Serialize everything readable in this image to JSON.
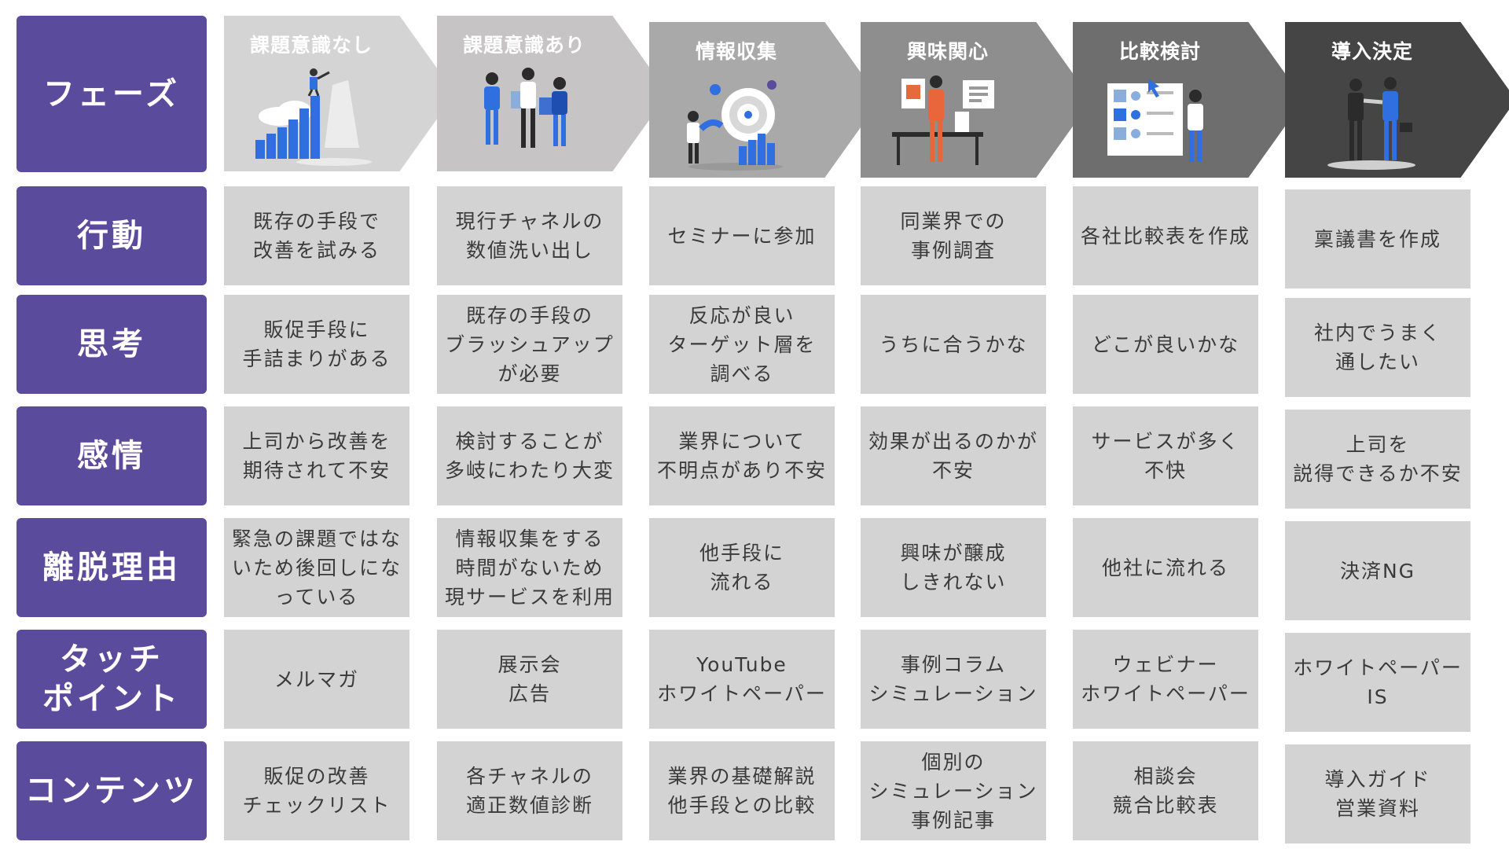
{
  "rows": [
    "フェーズ",
    "行動",
    "思考",
    "感情",
    "離脱理由",
    "タッチ\nポイント",
    "コンテンツ"
  ],
  "phases": [
    {
      "title": "課題意識なし",
      "color": "#d4d4d4",
      "icon": "telescope-person-illustration"
    },
    {
      "title": "課題意識あり",
      "color": "#c6c4c4",
      "icon": "puzzle-team-illustration"
    },
    {
      "title": "情報収集",
      "color": "#a9a9a9",
      "icon": "magnet-target-illustration"
    },
    {
      "title": "興味関心",
      "color": "#8e8e8e",
      "icon": "presentation-board-illustration"
    },
    {
      "title": "比較検討",
      "color": "#6e6e6e",
      "icon": "comparison-panel-illustration"
    },
    {
      "title": "導入決定",
      "color": "#454545",
      "icon": "handshake-illustration"
    }
  ],
  "cells": [
    [
      "既存の手段で\n改善を試みる",
      "現行チャネルの\n数値洗い出し",
      "セミナーに参加",
      "同業界での\n事例調査",
      "各社比較表を作成",
      "稟議書を作成"
    ],
    [
      "販促手段に\n手詰まりがある",
      "既存の手段の\nブラッシュアップ\nが必要",
      "反応が良い\nターゲット層を\n調べる",
      "うちに合うかな",
      "どこが良いかな",
      "社内でうまく\n通したい"
    ],
    [
      "上司から改善を\n期待されて不安",
      "検討することが\n多岐にわたり大変",
      "業界について\n不明点があり不安",
      "効果が出るのかが\n不安",
      "サービスが多く\n不快",
      "上司を\n説得できるか不安"
    ],
    [
      "緊急の課題ではな\nいため後回しにな\nっている",
      "情報収集をする\n時間がないため\n現サービスを利用",
      "他手段に\n流れる",
      "興味が醸成\nしきれない",
      "他社に流れる",
      "決済NG"
    ],
    [
      "メルマガ",
      "展示会\n広告",
      "YouTube\nホワイトペーパー",
      "事例コラム\nシミュレーション",
      "ウェビナー\nホワイトペーパー",
      "ホワイトペーパー\nIS"
    ],
    [
      "販促の改善\nチェックリスト",
      "各チャネルの\n適正数値診断",
      "業界の基礎解説\n他手段との比較",
      "個別の\nシミュレーション\n事例記事",
      "相談会\n競合比較表",
      "導入ガイド\n営業資料"
    ]
  ],
  "colors": {
    "label_bg": "#5a4b9c",
    "cell_bg": "#d3d3d3",
    "accent_blue": "#2f6fe0"
  }
}
